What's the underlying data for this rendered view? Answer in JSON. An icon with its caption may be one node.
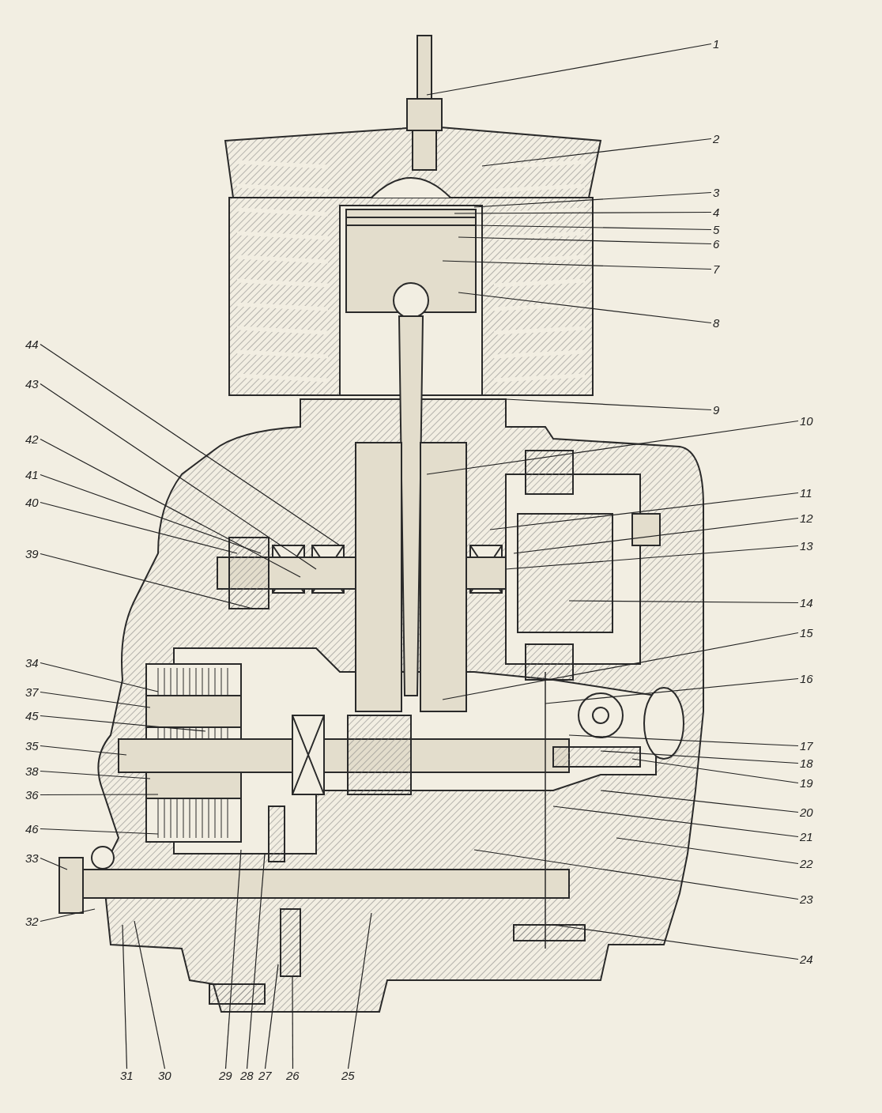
{
  "diagram": {
    "nodes": [
      {
        "text": [
          "1"
        ]
      },
      {
        "text": [
          "2"
        ]
      },
      {
        "text": [
          "3"
        ]
      },
      {
        "text": [
          "4"
        ]
      },
      {
        "text": [
          "5"
        ]
      },
      {
        "text": [
          "6"
        ]
      },
      {
        "text": [
          "7"
        ]
      },
      {
        "text": [
          "8"
        ]
      },
      {
        "text": [
          "9"
        ]
      },
      {
        "text": [
          "10"
        ]
      },
      {
        "text": [
          "11"
        ]
      },
      {
        "text": [
          "12"
        ]
      },
      {
        "text": [
          "13"
        ]
      },
      {
        "text": [
          "14"
        ]
      },
      {
        "text": [
          "15"
        ]
      },
      {
        "text": [
          "16"
        ]
      },
      {
        "text": [
          "17"
        ]
      },
      {
        "text": [
          "18"
        ]
      },
      {
        "text": [
          "19"
        ]
      },
      {
        "text": [
          "20"
        ]
      },
      {
        "text": [
          "21"
        ]
      },
      {
        "text": [
          "22"
        ]
      },
      {
        "text": [
          "23"
        ]
      },
      {
        "text": [
          "24"
        ]
      },
      {
        "text": [
          "25"
        ]
      },
      {
        "text": [
          "26"
        ]
      },
      {
        "text": [
          "27"
        ]
      },
      {
        "text": [
          "28"
        ]
      },
      {
        "text": [
          "29"
        ]
      },
      {
        "text": [
          "30"
        ]
      },
      {
        "text": [
          "31"
        ]
      },
      {
        "text": [
          "32"
        ]
      },
      {
        "text": [
          "33"
        ]
      },
      {
        "text": [
          "34"
        ]
      },
      {
        "text": [
          "35"
        ]
      },
      {
        "text": [
          "36"
        ]
      },
      {
        "text": [
          "37"
        ]
      },
      {
        "text": [
          "38"
        ]
      },
      {
        "text": [
          "39"
        ]
      },
      {
        "text": [
          "40"
        ]
      },
      {
        "text": [
          "41"
        ]
      },
      {
        "text": [
          "42"
        ]
      },
      {
        "text": [
          "43"
        ]
      },
      {
        "text": [
          "44"
        ]
      },
      {
        "text": [
          "45"
        ]
      },
      {
        "text": [
          "46"
        ]
      }
    ],
    "edges": [
      {
        "from": 0,
        "to": null,
        "arrow": "none"
      },
      {
        "from": 1,
        "to": null,
        "arrow": "none"
      },
      {
        "from": 2,
        "to": null,
        "arrow": "none"
      },
      {
        "from": 3,
        "to": null,
        "arrow": "none"
      },
      {
        "from": 4,
        "to": null,
        "arrow": "none"
      },
      {
        "from": 5,
        "to": null,
        "arrow": "none"
      },
      {
        "from": 6,
        "to": null,
        "arrow": "none"
      },
      {
        "from": 7,
        "to": null,
        "arrow": "none"
      },
      {
        "from": 8,
        "to": null,
        "arrow": "none"
      },
      {
        "from": 9,
        "to": null,
        "arrow": "none"
      },
      {
        "from": 10,
        "to": null,
        "arrow": "none"
      },
      {
        "from": 11,
        "to": null,
        "arrow": "none"
      },
      {
        "from": 12,
        "to": null,
        "arrow": "none"
      },
      {
        "from": 13,
        "to": null,
        "arrow": "none"
      },
      {
        "from": 14,
        "to": null,
        "arrow": "none"
      },
      {
        "from": 15,
        "to": null,
        "arrow": "none"
      },
      {
        "from": 16,
        "to": null,
        "arrow": "none"
      },
      {
        "from": 17,
        "to": null,
        "arrow": "none"
      },
      {
        "from": 18,
        "to": null,
        "arrow": "none"
      },
      {
        "from": 19,
        "to": null,
        "arrow": "none"
      },
      {
        "from": 20,
        "to": null,
        "arrow": "none"
      },
      {
        "from": 21,
        "to": null,
        "arrow": "none"
      },
      {
        "from": 22,
        "to": null,
        "arrow": "none"
      },
      {
        "from": 23,
        "to": null,
        "arrow": "none"
      },
      {
        "from": 24,
        "to": null,
        "arrow": "none"
      },
      {
        "from": 25,
        "to": null,
        "arrow": "none"
      },
      {
        "from": 26,
        "to": null,
        "arrow": "none"
      },
      {
        "from": 27,
        "to": null,
        "arrow": "none"
      },
      {
        "from": 28,
        "to": null,
        "arrow": "none"
      },
      {
        "from": 29,
        "to": null,
        "arrow": "none"
      },
      {
        "from": 30,
        "to": null,
        "arrow": "none"
      },
      {
        "from": 31,
        "to": null,
        "arrow": "none"
      },
      {
        "from": 32,
        "to": null,
        "arrow": "none"
      },
      {
        "from": 33,
        "to": null,
        "arrow": "none"
      },
      {
        "from": 34,
        "to": null,
        "arrow": "none"
      },
      {
        "from": 35,
        "to": null,
        "arrow": "none"
      },
      {
        "from": 36,
        "to": null,
        "arrow": "none"
      },
      {
        "from": 37,
        "to": null,
        "arrow": "none"
      },
      {
        "from": 38,
        "to": null,
        "arrow": "none"
      },
      {
        "from": 39,
        "to": null,
        "arrow": "none"
      },
      {
        "from": 40,
        "to": null,
        "arrow": "none"
      },
      {
        "from": 41,
        "to": null,
        "arrow": "none"
      },
      {
        "from": 42,
        "to": null,
        "arrow": "none"
      },
      {
        "from": 43,
        "to": null,
        "arrow": "none"
      },
      {
        "from": 44,
        "to": null,
        "arrow": "none"
      },
      {
        "from": 45,
        "to": null,
        "arrow": "none"
      }
    ]
  }
}
